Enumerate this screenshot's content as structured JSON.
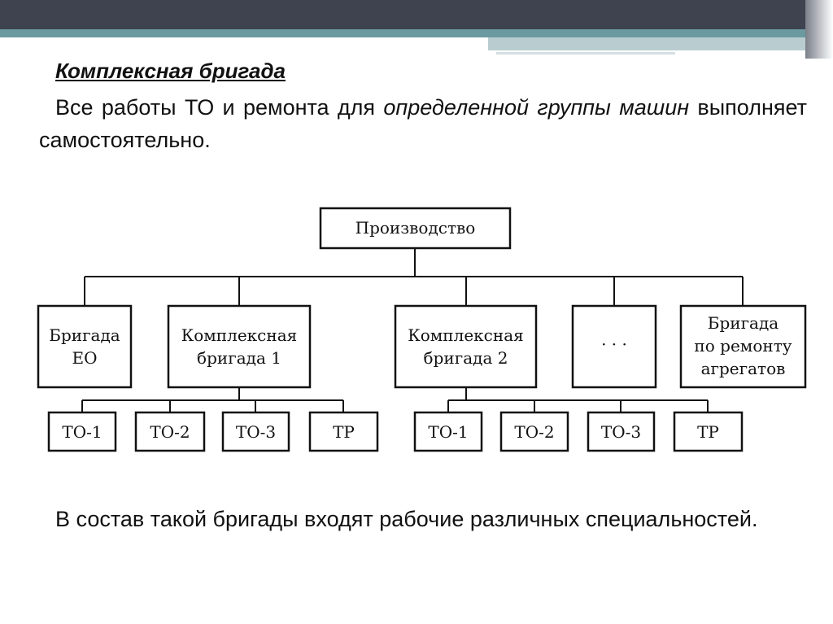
{
  "heading": "Комплексная бригада",
  "intro": {
    "part1": "Все работы ТО и ремонта для ",
    "em1": "определенной группы машин",
    "part2": " выполняет самостоятельно."
  },
  "diagram": {
    "root": "Производство",
    "level1": [
      {
        "lines": [
          "Бригада",
          "ЕО"
        ]
      },
      {
        "lines": [
          "Комплексная",
          "бригада 1"
        ]
      },
      {
        "lines": [
          "Комплексная",
          "бригада 2"
        ]
      },
      {
        "lines": [
          "· · ·"
        ]
      },
      {
        "lines": [
          "Бригада",
          "по ремонту",
          "агрегатов"
        ]
      }
    ],
    "group1": [
      "ТО-1",
      "ТО-2",
      "ТО-3",
      "ТР"
    ],
    "group2": [
      "ТО-1",
      "ТО-2",
      "ТО-3",
      "ТР"
    ]
  },
  "footer": "В состав такой бригады входят рабочие различных специальностей."
}
